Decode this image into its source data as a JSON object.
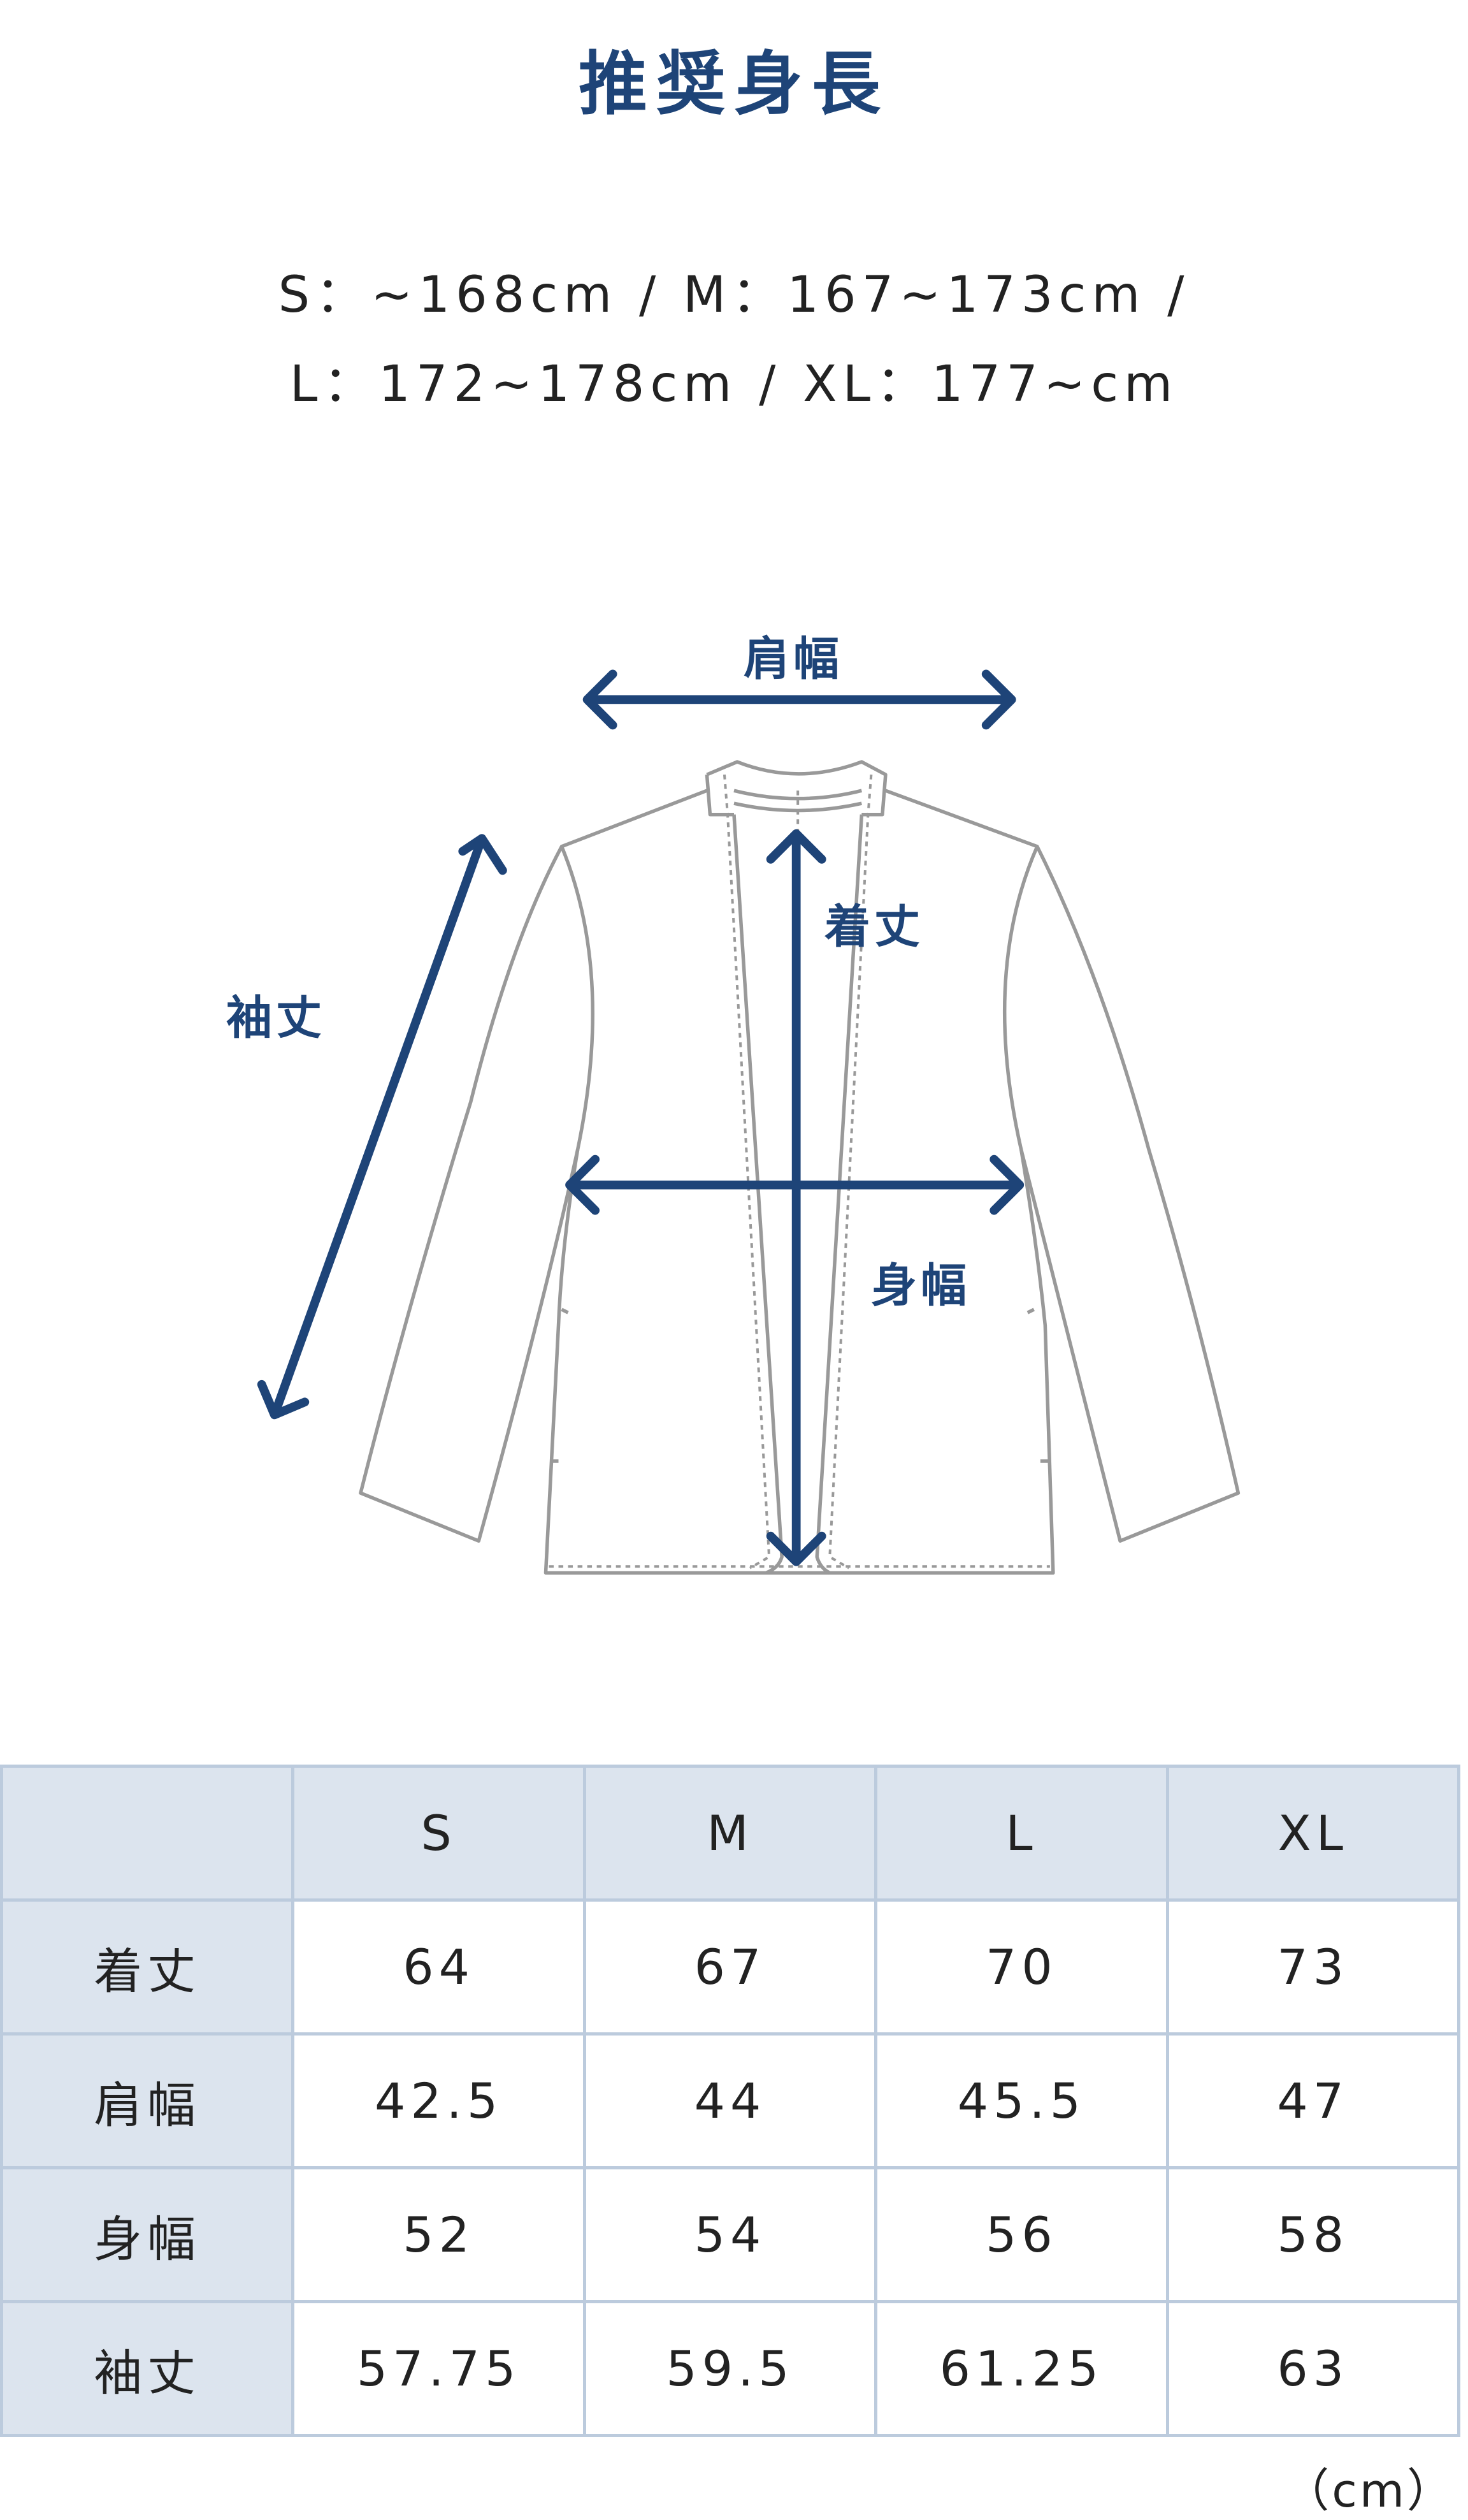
{
  "title": "推奨身長",
  "recommended": {
    "line1": "S：~168cm / M：167~173cm /",
    "line2": "L：172~178cm / XL：177~cm"
  },
  "diagram_labels": {
    "shoulder": "肩幅",
    "length": "着丈",
    "sleeve": "袖丈",
    "body_width": "身幅"
  },
  "table": {
    "headers": [
      "",
      "S",
      "M",
      "L",
      "XL"
    ],
    "rows": [
      {
        "label": "着丈",
        "values": [
          "64",
          "67",
          "70",
          "73"
        ]
      },
      {
        "label": "肩幅",
        "values": [
          "42.5",
          "44",
          "45.5",
          "47"
        ]
      },
      {
        "label": "身幅",
        "values": [
          "52",
          "54",
          "56",
          "58"
        ]
      },
      {
        "label": "袖丈",
        "values": [
          "57.75",
          "59.5",
          "61.25",
          "63"
        ]
      }
    ],
    "unit": "（cm）"
  },
  "colors": {
    "accent": "#1e4478",
    "header_bg": "#dce4ee",
    "border": "#bccbdd",
    "outline": "#999999"
  }
}
